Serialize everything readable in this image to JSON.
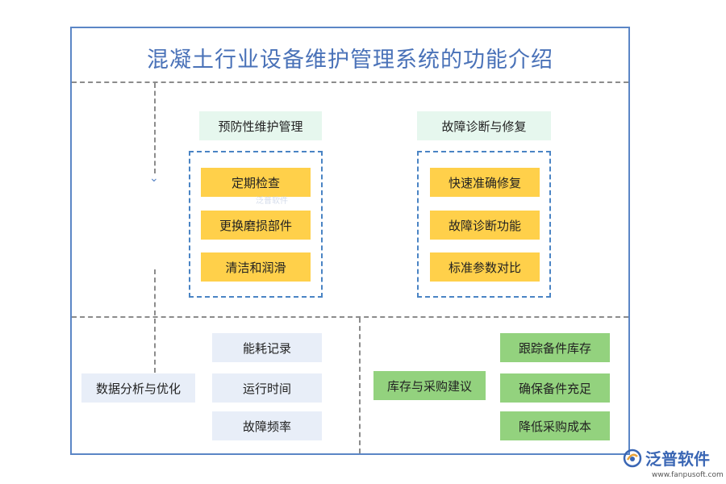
{
  "title": "混凝土行业设备维护管理系统的功能介绍",
  "preventive": {
    "label": "预防性维护管理",
    "items": [
      "定期检查",
      "更换磨损部件",
      "清洁和润滑"
    ]
  },
  "diagnosis": {
    "label": "故障诊断与修复",
    "items": [
      "快速准确修复",
      "故障诊断功能",
      "标准参数对比"
    ]
  },
  "analysis": {
    "label": "数据分析与优化",
    "items": [
      "能耗记录",
      "运行时间",
      "故障频率"
    ]
  },
  "inventory": {
    "label": "库存与采购建议",
    "items": [
      "跟踪备件库存",
      "确保备件充足",
      "降低采购成本"
    ]
  },
  "logo": {
    "name": "泛普软件",
    "url": "www.fanpusoft.com",
    "watermark": "泛普软件"
  },
  "colors": {
    "frame": "#5b86c6",
    "title": "#4a72b8",
    "yellow": "#ffd04a",
    "green": "#93d27e",
    "light_blue": "#e8eef8",
    "light_green": "#e6f7ee"
  }
}
